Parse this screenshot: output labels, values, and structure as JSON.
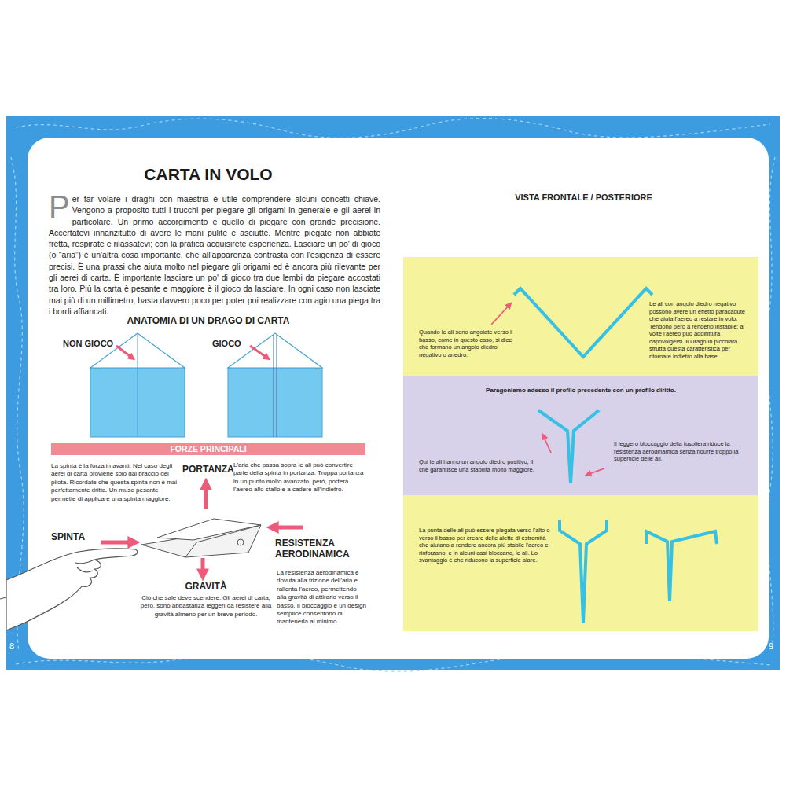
{
  "diagram": {
    "title": "CARTA IN VOLO",
    "nodes": [
      {
        "text": [
          "FORZE PRINCIPALI"
        ]
      },
      {
        "text": [
          "Quando le ali sono angolate verso il basso, come in questo caso, si dice che formano un angolo diedro negativo o anedro.",
          "Le ali con angolo diedro negativo possono avere un effetto paracadute che aiuta l'aereo a restare in volo. Tendono però a renderlo instabile; a volte l'aereo può addirittura capovolgersi. Il Drago in picchiata sfrutta questa caratteristica per ritornare indietro alla base."
        ]
      },
      {
        "text": [
          "Paragoniamo adesso il profilo precedente con un profilo diritto.",
          "Qui le ali hanno un angolo diedro positivo, il che garantisce una stabilità molto maggiore.",
          "Il leggero bloccaggio della fusoliera riduce la resistenza aerodinamica senza ridurre troppo la superficie delle ali."
        ]
      },
      {
        "text": [
          "La punta delle ali può essere piegata verso l'alto o verso il basso per creare delle alette di estremità che aiutano a rendere ancora più stabile l'aereo e rinforzano, e in alcuni casi bloccano, le ali. Lo svantaggio è che riducono la superficie alare."
        ]
      }
    ],
    "labels": [
      "Per far volare i draghi con maestria è utile comprendere alcuni concetti chiave. Vengono a proposito tutti i trucchi per piegare gli origami in generale e gli aerei in particolare. Un primo accorgimento è quello di piegare con grande precisione. Accertatevi innanzitutto di avere le mani pulite e asciutte. Mentre piegate non abbiate fretta, respirate e rilassatevi; con la pratica acquisirete esperienza. Lasciare un po' di gioco (o “aria”) è un'altra cosa importante, che all'apparenza contrasta con l'esigenza di essere precisi. È una prassi che aiuta molto nel piegare gli origami ed è ancora più rilevante per gli aerei di carta. È importante lasciare un po' di gioco tra due lembi da piegare accostati tra loro. Più la carta è pesante e maggiore è il gioco da lasciare. In ogni caso non lasciate mai più di un millimetro, basta davvero poco per poter poi realizzare con agio una piega tra i bordi affiancati.",
      "ANATOMIA DI UN DRAGO DI CARTA",
      "NON GIOCO",
      "GIOCO",
      "La spinta è la forza in avanti. Nel caso degli aerei di carta proviene solo dal braccio del pilota. Ricordate che questa spinta non è mai perfettamente dritta. Un muso pesante permette di applicare una spinta maggiore.",
      "PORTANZA",
      "L'aria che passa sopra le ali può convertire parte della spinta in portanza. Troppa portanza in un punto molto avanzato, però, porterà l'aereo allo stallo e a cadere all'indietro.",
      "SPINTA",
      "RESISTENZA AERODINAMICA",
      "La resistenza aerodinamica è dovuta alla frizione dell'aria e rallenta l'aereo, permettendo alla gravità di attirarlo verso il basso. Il bloccaggio e un design semplice consentono di mantenerla al minimo.",
      "GRAVITÀ",
      "Ciò che sale deve scendere. Gli aerei di carta, però, sono abbastanza leggeri da resistere alla gravità almeno per un breve periodo.",
      "8",
      "9",
      "VISTA FRONTALE / POSTERIORE"
    ]
  }
}
